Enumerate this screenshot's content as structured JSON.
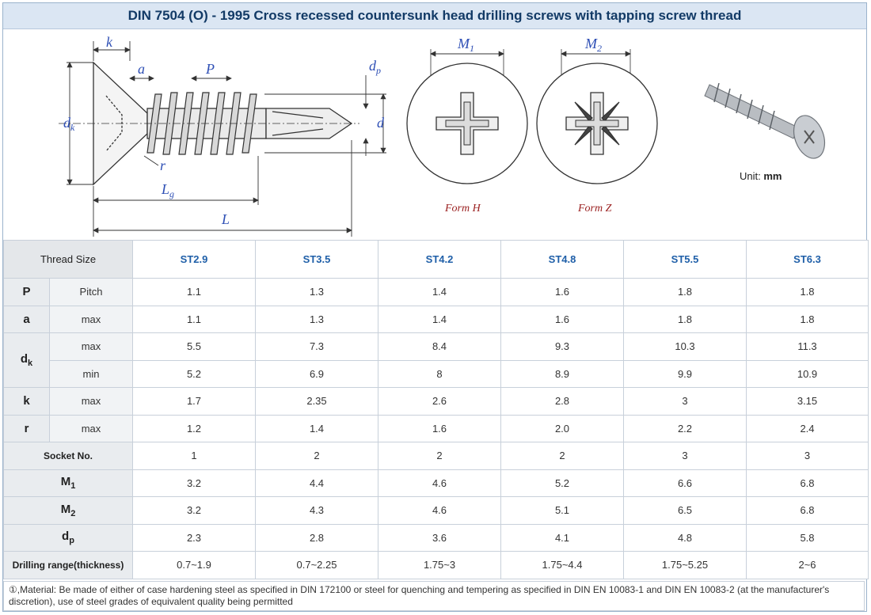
{
  "title": "DIN 7504 (O) - 1995 Cross recessed countersunk head drilling screws with tapping screw thread",
  "diagram": {
    "labels": {
      "k": "k",
      "a": "a",
      "P": "P",
      "dp_main": "d",
      "dp_sub": "p",
      "dk_main": "d",
      "dk_sub": "k",
      "d": "d",
      "r": "r",
      "Lg_main": "L",
      "Lg_sub": "g",
      "L": "L",
      "M1_main": "M",
      "M1_sub": "1",
      "M2_main": "M",
      "M2_sub": "2"
    },
    "form_h": "Form H",
    "form_z": "Form Z",
    "unit_label": "Unit:",
    "unit_value": "mm"
  },
  "table": {
    "header": {
      "label": "Thread Size",
      "sizes": [
        "ST2.9",
        "ST3.5",
        "ST4.2",
        "ST4.8",
        "ST5.5",
        "ST6.3"
      ]
    },
    "rows": {
      "P": {
        "sym": "P",
        "sub": "Pitch",
        "values": [
          "1.1",
          "1.3",
          "1.4",
          "1.6",
          "1.8",
          "1.8"
        ]
      },
      "a": {
        "sym": "a",
        "sub": "max",
        "values": [
          "1.1",
          "1.3",
          "1.4",
          "1.6",
          "1.8",
          "1.8"
        ]
      },
      "dk_max": {
        "sym_main": "d",
        "sym_sub": "k",
        "sub": "max",
        "values": [
          "5.5",
          "7.3",
          "8.4",
          "9.3",
          "10.3",
          "11.3"
        ]
      },
      "dk_min": {
        "sub": "min",
        "values": [
          "5.2",
          "6.9",
          "8",
          "8.9",
          "9.9",
          "10.9"
        ]
      },
      "k": {
        "sym": "k",
        "sub": "max",
        "values": [
          "1.7",
          "2.35",
          "2.6",
          "2.8",
          "3",
          "3.15"
        ]
      },
      "r": {
        "sym": "r",
        "sub": "max",
        "values": [
          "1.2",
          "1.4",
          "1.6",
          "2.0",
          "2.2",
          "2.4"
        ]
      },
      "socket": {
        "label": "Socket No.",
        "values": [
          "1",
          "2",
          "2",
          "2",
          "3",
          "3"
        ]
      },
      "M1": {
        "sym_main": "M",
        "sym_sub": "1",
        "values": [
          "3.2",
          "4.4",
          "4.6",
          "5.2",
          "6.6",
          "6.8"
        ]
      },
      "M2": {
        "sym_main": "M",
        "sym_sub": "2",
        "values": [
          "3.2",
          "4.3",
          "4.6",
          "5.1",
          "6.5",
          "6.8"
        ]
      },
      "dp": {
        "sym_main": "d",
        "sym_sub": "p",
        "values": [
          "2.3",
          "2.8",
          "3.6",
          "4.1",
          "4.8",
          "5.8"
        ]
      },
      "drill": {
        "label": "Drilling range(thickness)",
        "values": [
          "0.7~1.9",
          "0.7~2.25",
          "1.75~3",
          "1.75~4.4",
          "1.75~5.25",
          "2~6"
        ]
      }
    }
  },
  "note": "①,Material: Be made of either of case hardening steel as specified in DIN 172100 or steel for quenching and tempering as specified in DIN EN 10083-1 and DIN EN 10083-2 (at the manufacturer's discretion), use of steel grades of equivalent quality being permitted"
}
